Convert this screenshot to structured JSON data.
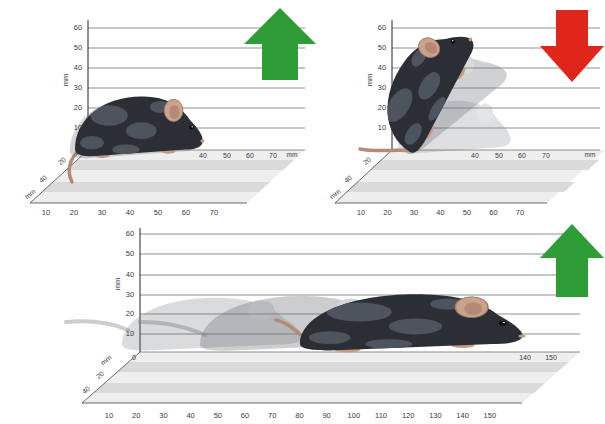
{
  "diagram": {
    "labels": [
      "60",
      "50",
      "40",
      "30",
      "20",
      "10",
      "mm",
      "40",
      "50",
      "60",
      "70",
      "mm",
      "10",
      "20",
      "30",
      "40",
      "50",
      "60",
      "70",
      "mm",
      "40",
      "20",
      "60",
      "50",
      "40",
      "30",
      "20",
      "10",
      "mm",
      "40",
      "50",
      "60",
      "70",
      "mm",
      "10",
      "20",
      "30",
      "40",
      "50",
      "60",
      "70",
      "mm",
      "40",
      "20",
      "60",
      "50",
      "40",
      "30",
      "20",
      "10",
      "mm",
      "mm",
      "20",
      "40",
      "0",
      "140",
      "150",
      "10",
      "20",
      "30",
      "40",
      "50",
      "60",
      "70",
      "80",
      "90",
      "100",
      "110",
      "120",
      "130",
      "140",
      "150"
    ]
  }
}
